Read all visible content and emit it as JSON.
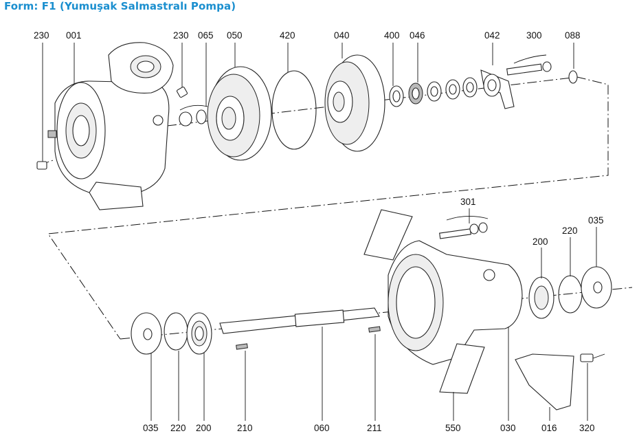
{
  "title": "Form: F1 (Yumuşak Salmastralı Pompa)",
  "colors": {
    "title": "#1b8fcf",
    "lines": "#111111"
  },
  "labels": {
    "l230a": "230",
    "l001": "001",
    "l230b": "230",
    "l065": "065",
    "l050": "050",
    "l420": "420",
    "l040": "040",
    "l400": "400",
    "l046": "046",
    "l042": "042",
    "l300": "300",
    "l088": "088",
    "l301": "301",
    "l200r": "200",
    "l220r": "220",
    "l035r": "035",
    "l035b": "035",
    "l220b": "220",
    "l200b": "200",
    "l210": "210",
    "l060": "060",
    "l211": "211",
    "l550": "550",
    "l030": "030",
    "l016": "016",
    "l320": "320"
  }
}
